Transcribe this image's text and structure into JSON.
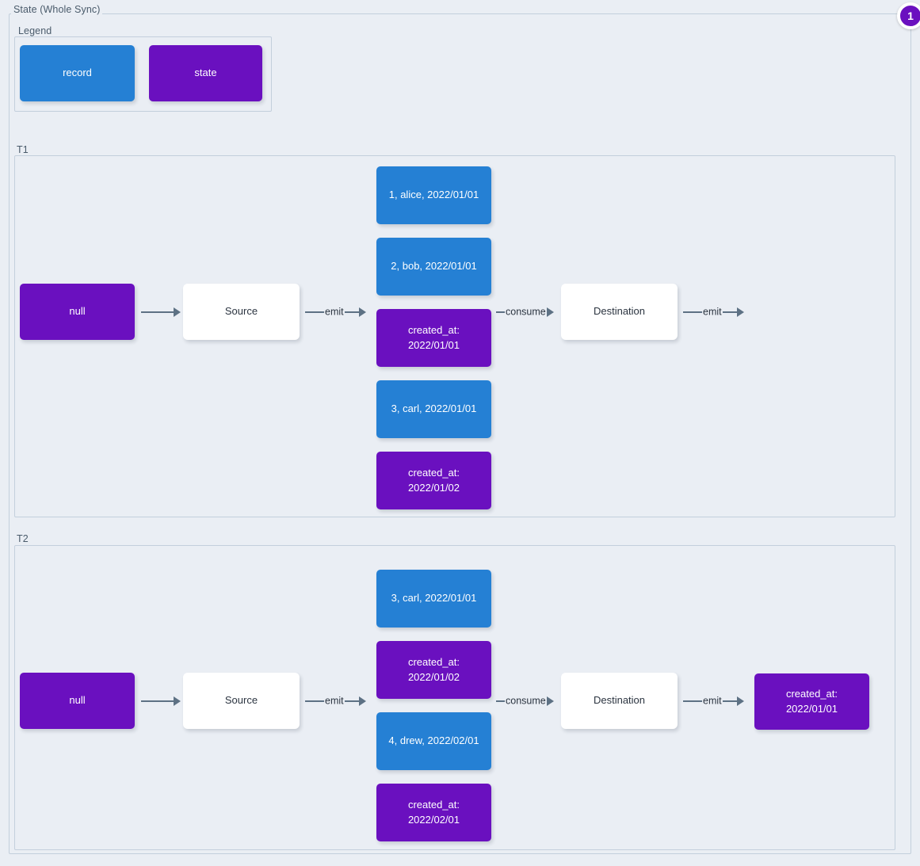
{
  "diagram": {
    "title": "State (Whole Sync)",
    "badge": "1",
    "colors": {
      "record": "#2580d4",
      "state": "#6a10bf",
      "process": "#ffffff",
      "background": "#eaeef4",
      "border": "#c3cfdc",
      "arrow": "#5d7184"
    }
  },
  "legend": {
    "title": "Legend",
    "items": [
      {
        "label": "record",
        "kind": "record"
      },
      {
        "label": "state",
        "kind": "state"
      }
    ]
  },
  "sections": [
    {
      "title": "T1",
      "initial_state": "null",
      "source_label": "Source",
      "destination_label": "Destination",
      "arrow_source_in": "",
      "arrow_emit_1": "emit",
      "arrow_consume": "consume",
      "arrow_emit_2": "emit",
      "stream": [
        {
          "kind": "record",
          "label": "1, alice, 2022/01/01"
        },
        {
          "kind": "record",
          "label": "2, bob, 2022/01/01"
        },
        {
          "kind": "state",
          "label": "created_at:\n2022/01/01"
        },
        {
          "kind": "record",
          "label": "3, carl, 2022/01/01"
        },
        {
          "kind": "state",
          "label": "created_at:\n2022/01/02"
        }
      ],
      "final_state": null
    },
    {
      "title": "T2",
      "initial_state": "null",
      "source_label": "Source",
      "destination_label": "Destination",
      "arrow_source_in": "",
      "arrow_emit_1": "emit",
      "arrow_consume": "consume",
      "arrow_emit_2": "emit",
      "stream": [
        {
          "kind": "record",
          "label": "3, carl, 2022/01/01"
        },
        {
          "kind": "state",
          "label": "created_at:\n2022/01/02"
        },
        {
          "kind": "record",
          "label": "4, drew, 2022/02/01"
        },
        {
          "kind": "state",
          "label": "created_at:\n2022/02/01"
        }
      ],
      "final_state": "created_at:\n2022/01/01"
    }
  ]
}
